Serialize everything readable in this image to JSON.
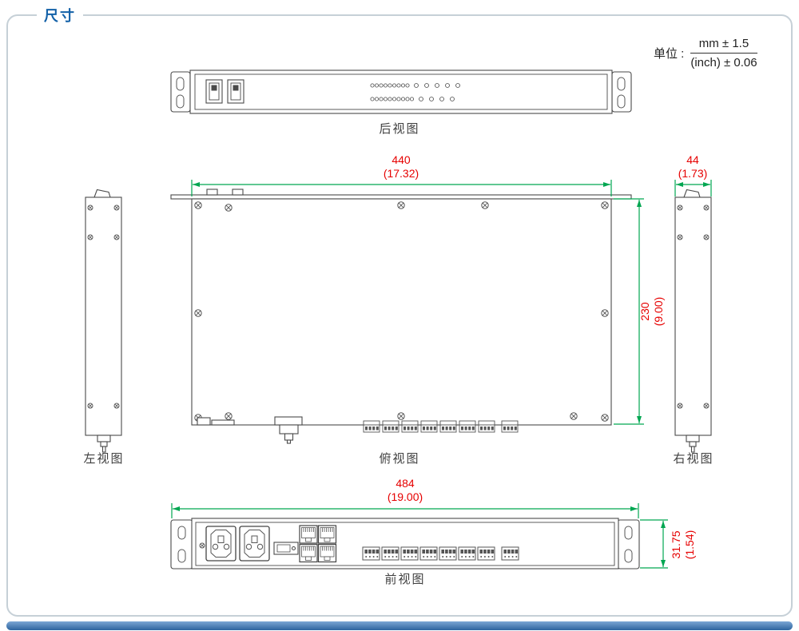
{
  "page": {
    "title": "尺寸",
    "unit": {
      "label": "单位 :",
      "mm": "mm ± 1.5",
      "inch": "(inch) ± 0.06"
    }
  },
  "views": {
    "rear": {
      "label": "后视图"
    },
    "top": {
      "label": "俯视图"
    },
    "left": {
      "label": "左视图"
    },
    "right": {
      "label": "右视图"
    },
    "front": {
      "label": "前视图"
    }
  },
  "dimensions": {
    "body_width": {
      "mm": "440",
      "inch": "(17.32)"
    },
    "side_width": {
      "mm": "44",
      "inch": "(1.73)"
    },
    "body_depth": {
      "mm": "230",
      "inch": "(9.00)"
    },
    "panel_width": {
      "mm": "484",
      "inch": "(19.00)"
    },
    "panel_height": {
      "mm": "31.75",
      "inch": "(1.54)"
    }
  },
  "colors": {
    "accent_blue": "#1361a8",
    "dimension_line_green": "#00a651",
    "dimension_text_red": "#e60000",
    "drawing_stroke": "#4a4a4a"
  }
}
